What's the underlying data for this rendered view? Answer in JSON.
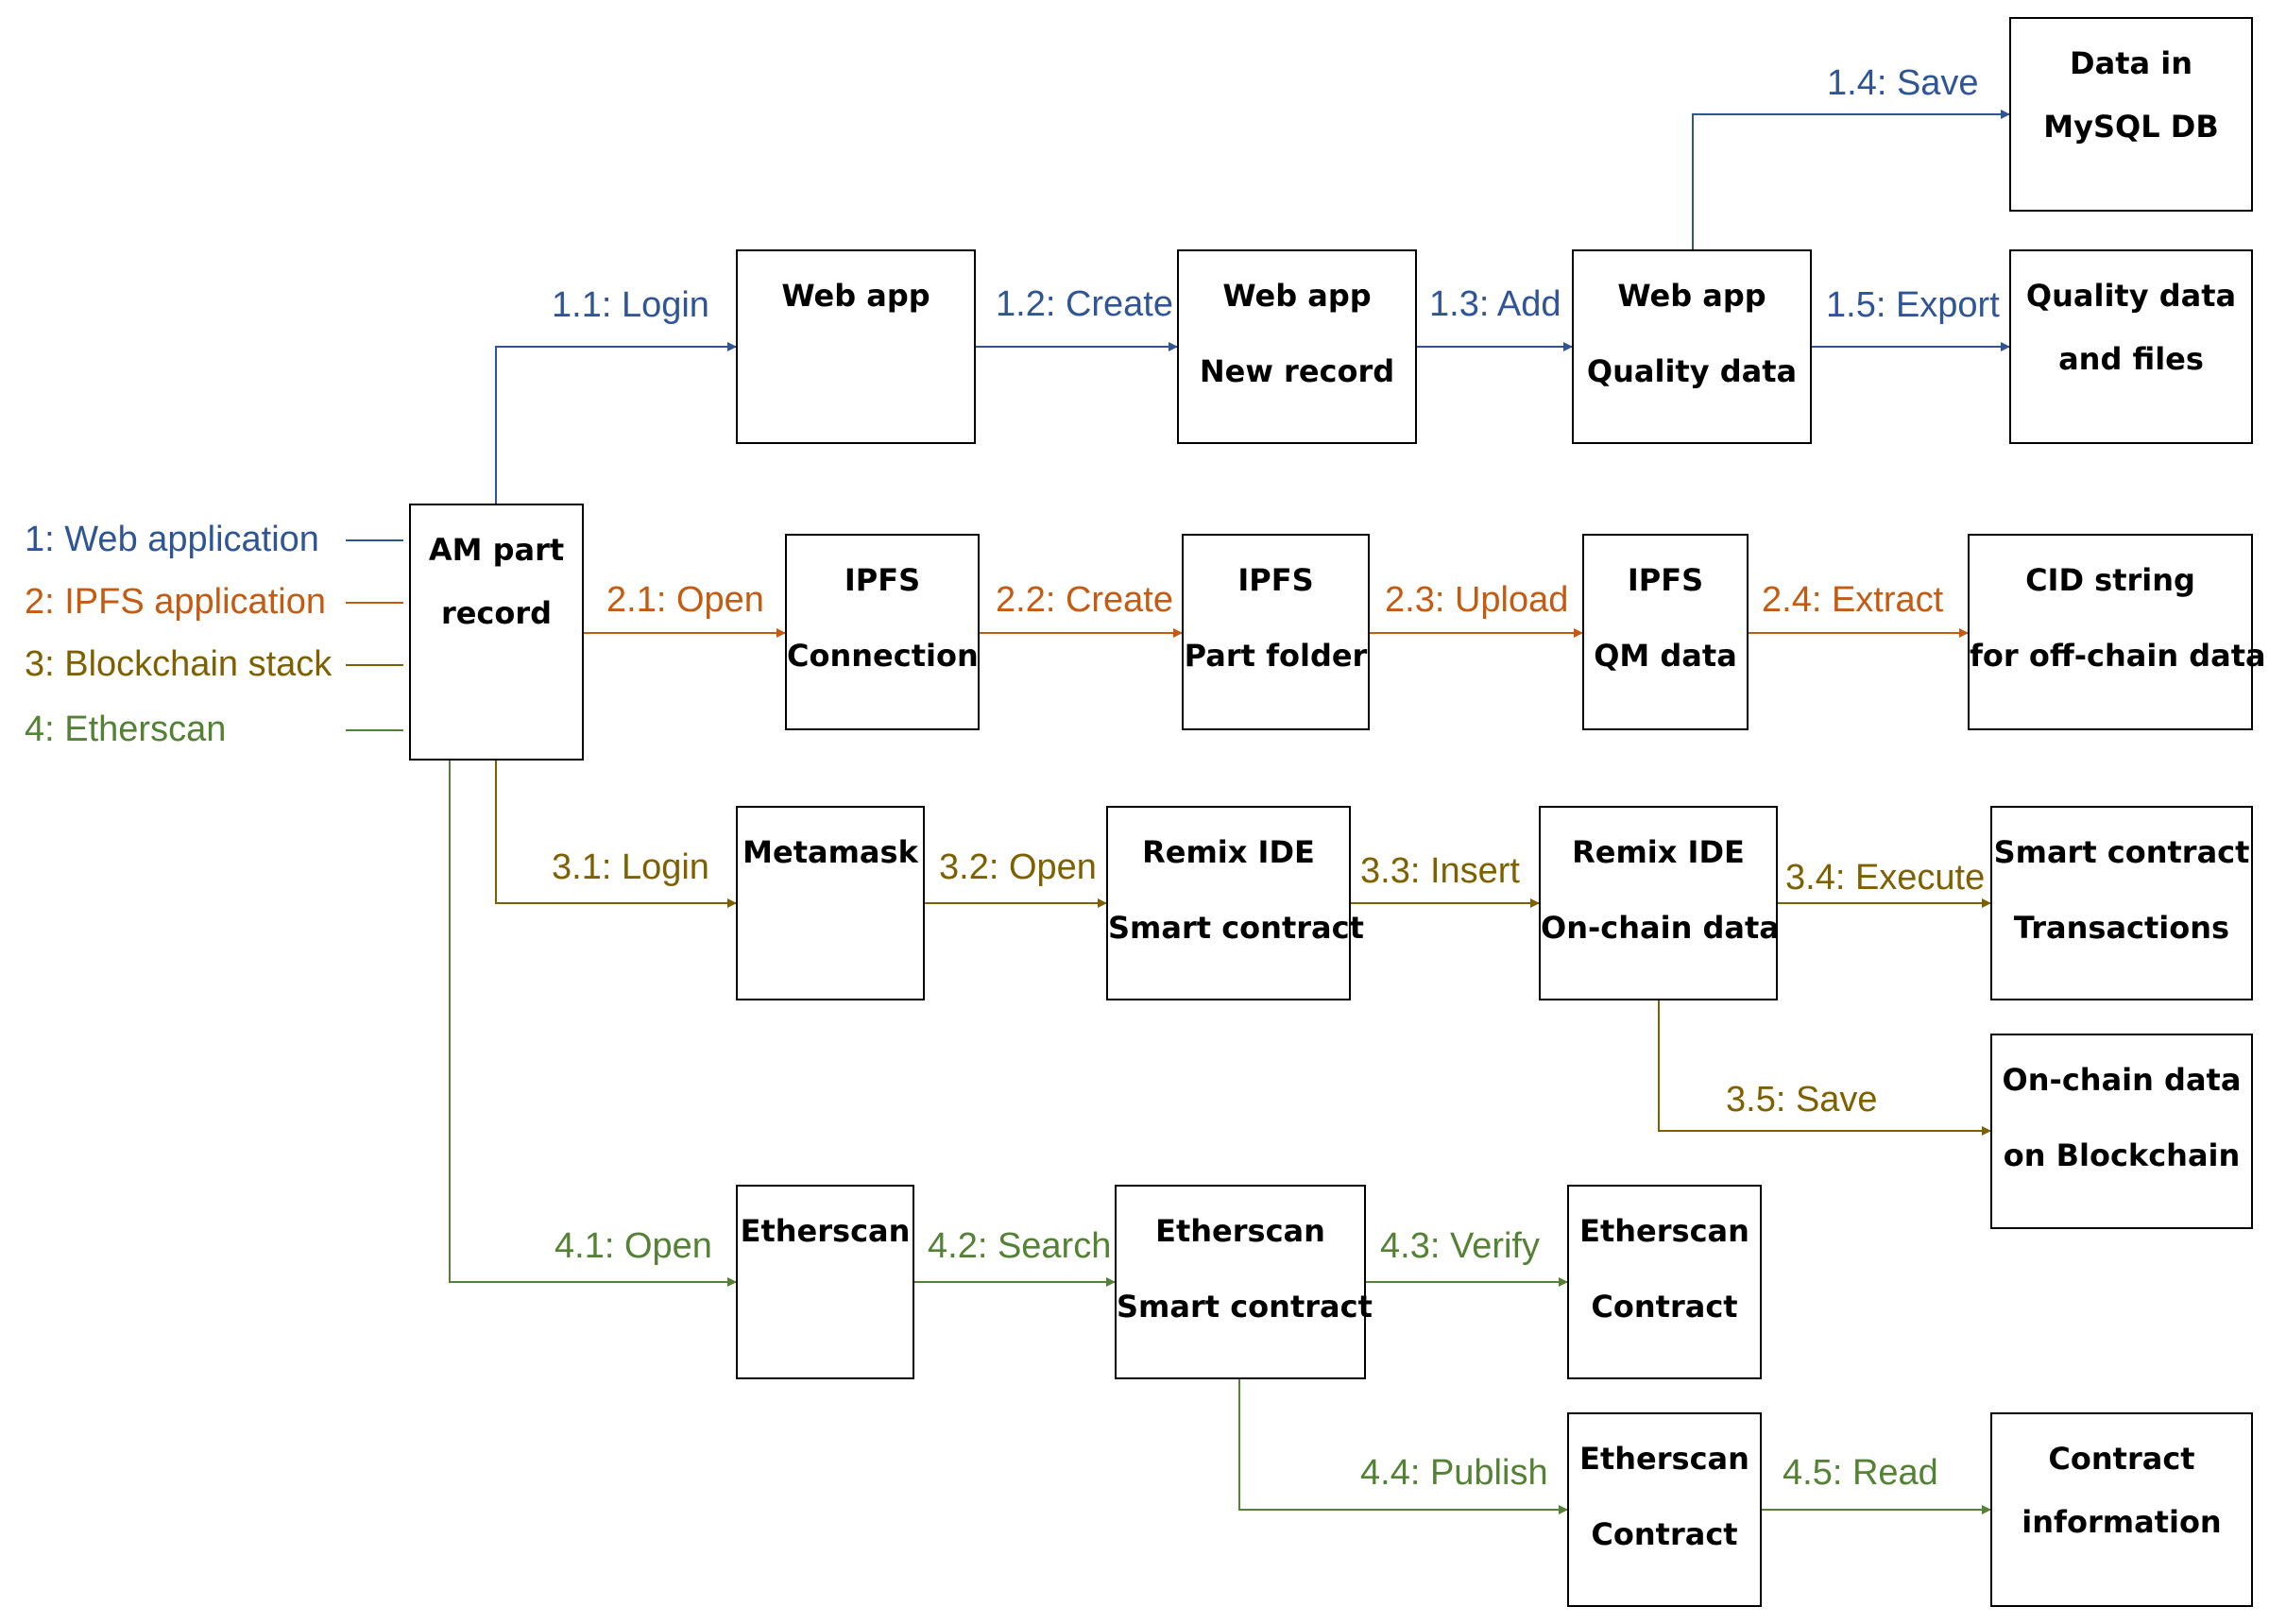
{
  "colors": {
    "web": "#2f5597",
    "ipfs": "#c55a11",
    "blockchain": "#7f6000",
    "etherscan": "#548235"
  },
  "legend": [
    {
      "label": "1: Web application",
      "color": "#2f5597"
    },
    {
      "label": "2: IPFS application",
      "color": "#c55a11"
    },
    {
      "label": "3: Blockchain stack",
      "color": "#7f6000"
    },
    {
      "label": "4: Etherscan",
      "color": "#548235"
    }
  ],
  "nodes": {
    "am_part_record": [
      "AM part",
      "record"
    ],
    "web_app": [
      "Web app"
    ],
    "web_app_new_record": [
      "Web app",
      "New record"
    ],
    "web_app_quality_data": [
      "Web app",
      "Quality data"
    ],
    "mysql_db": [
      "Data in",
      "MySQL DB"
    ],
    "quality_files": [
      "Quality data",
      "and files"
    ],
    "ipfs_connection": [
      "IPFS",
      "Connection"
    ],
    "ipfs_part_folder": [
      "IPFS",
      "Part folder"
    ],
    "ipfs_qm_data": [
      "IPFS",
      "QM data"
    ],
    "cid_string": [
      "CID string",
      "for off-chain data"
    ],
    "metamask": [
      "Metamask"
    ],
    "remix_smart_contract": [
      "Remix IDE",
      "Smart contract"
    ],
    "remix_onchain": [
      "Remix IDE",
      "On-chain data"
    ],
    "smart_contract_tx": [
      "Smart contract",
      "Transactions"
    ],
    "onchain_blockchain": [
      "On-chain data",
      "on Blockchain"
    ],
    "etherscan": [
      "Etherscan"
    ],
    "etherscan_smart_contract": [
      "Etherscan",
      "Smart contract"
    ],
    "etherscan_contract_verify": [
      "Etherscan",
      "Contract"
    ],
    "etherscan_contract_publish": [
      "Etherscan",
      "Contract"
    ],
    "contract_information": [
      "Contract",
      "information"
    ]
  },
  "edges": {
    "e1_1": "1.1: Login",
    "e1_2": "1.2: Create",
    "e1_3": "1.3: Add",
    "e1_4": "1.4: Save",
    "e1_5": "1.5: Export",
    "e2_1": "2.1: Open",
    "e2_2": "2.2: Create",
    "e2_3": "2.3: Upload",
    "e2_4": "2.4: Extract",
    "e3_1": "3.1: Login",
    "e3_2": "3.2: Open",
    "e3_3": "3.3: Insert",
    "e3_4": "3.4: Execute",
    "e3_5": "3.5: Save",
    "e4_1": "4.1: Open",
    "e4_2": "4.2: Search",
    "e4_3": "4.3: Verify",
    "e4_4": "4.4: Publish",
    "e4_5": "4.5: Read"
  }
}
